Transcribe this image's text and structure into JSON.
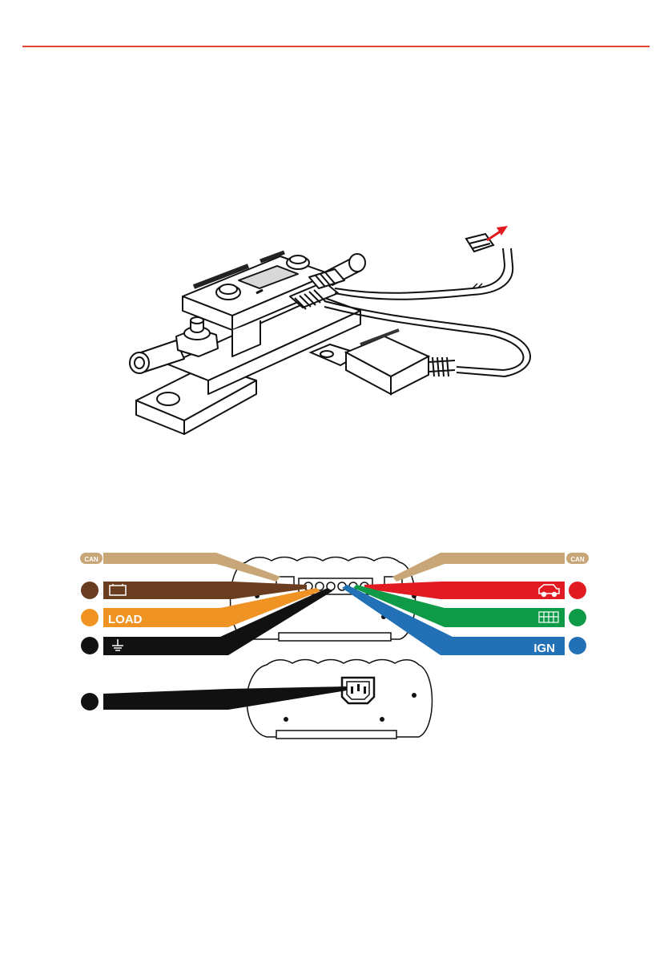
{
  "colors": {
    "rule": "#e0472f",
    "can": "#c8a677",
    "battery": "#6b3d20",
    "load": "#ef9424",
    "ground": "#111111",
    "vehicle": "#e21b22",
    "solar": "#0f9a48",
    "ignition": "#2270b6",
    "mains": "#111111",
    "arrow": "#e21b22"
  },
  "labels": {
    "can_left": "CAN",
    "can_right": "CAN",
    "load": "LOAD",
    "ignition": "IGN"
  },
  "icons": {
    "battery": "battery-icon",
    "ground": "ground-icon",
    "vehicle": "car-icon",
    "solar": "solar-panel-icon",
    "mains": "iec-socket-icon"
  }
}
